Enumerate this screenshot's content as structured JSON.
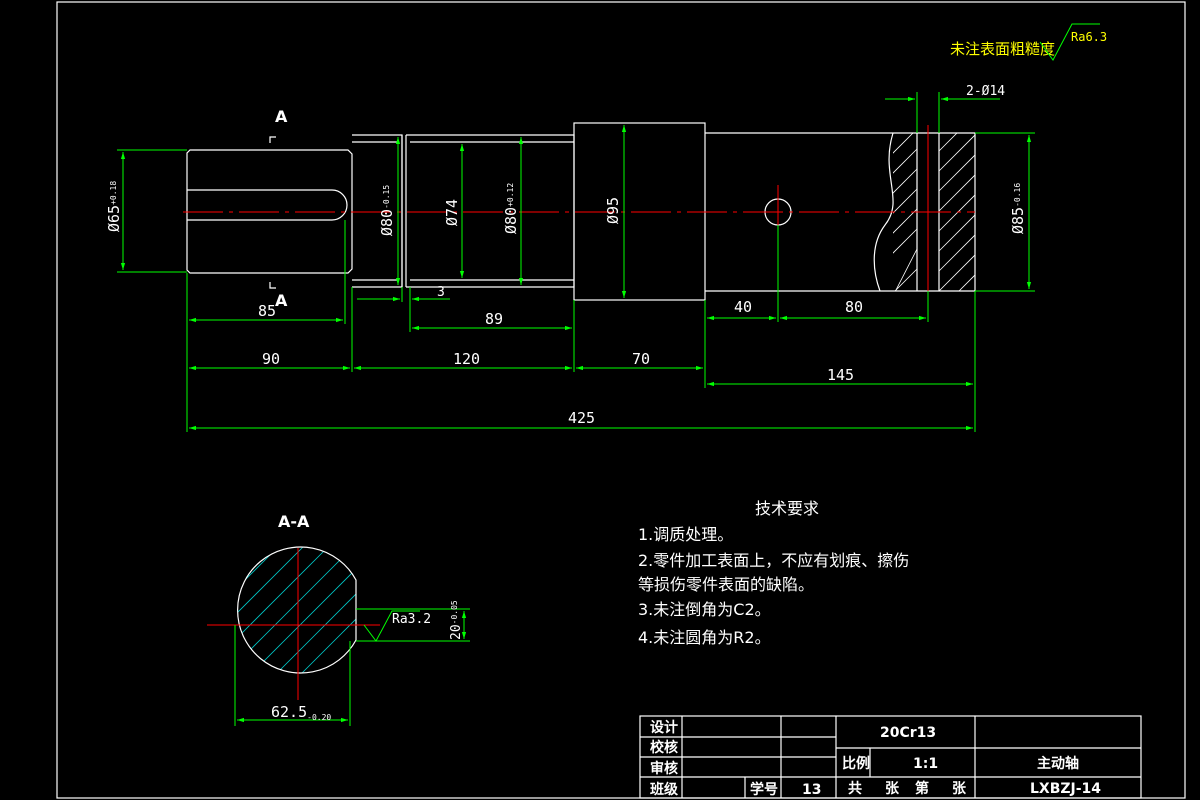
{
  "roughness_note": {
    "text": "未注表面粗糙度",
    "value": "Ra6.3"
  },
  "section_marks": {
    "letter": "A",
    "section_title": "A-A"
  },
  "hole_spec": "2-Ø14",
  "diameters": {
    "d65": "Ø65",
    "d65_tol": "+0.18",
    "d80a": "Ø80",
    "d80a_tol": "-0.15",
    "d74": "Ø74",
    "d80b": "Ø80",
    "d80b_tol": "+0.12",
    "d95": "Ø95",
    "d85": "Ø85",
    "d85_tol": "-0.16"
  },
  "lengths": {
    "l85": "85",
    "l3": "3",
    "l89": "89",
    "l40": "40",
    "l80": "80",
    "l90": "90",
    "l120": "120",
    "l70": "70",
    "l145": "145",
    "l425": "425"
  },
  "section": {
    "width": "62.5",
    "width_tol": "-0.20",
    "key_width": "20",
    "key_tol": "-0.05",
    "roughness": "Ra3.2"
  },
  "tech_req": {
    "title": "技术要求",
    "lines": [
      "1.调质处理。",
      "2.零件加工表面上，不应有划痕、擦伤",
      "等损伤零件表面的缺陷。",
      "3.未注倒角为C2。",
      "4.未注圆角为R2。"
    ]
  },
  "title_block": {
    "design": "设计",
    "check": "校核",
    "review": "审核",
    "class": "班级",
    "student_no_label": "学号",
    "student_no": "13",
    "material": "20Cr13",
    "scale_label": "比例",
    "scale": "1:1",
    "sheets_total": "共",
    "sheets_unit1": "张",
    "sheets_nth": "第",
    "sheets_unit2": "张",
    "part_name": "主动轴",
    "drawing_no": "LXBZJ-14"
  },
  "colors": {
    "background": "#000000",
    "outline": "#ffffff",
    "dimension": "#00ff00",
    "centerline": "#ff0000",
    "note": "#ffff00"
  }
}
